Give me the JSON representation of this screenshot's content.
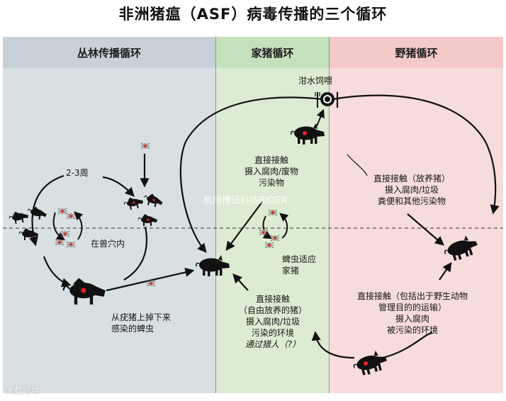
{
  "title": "非洲猪瘟（ASF）病毒传播的三个循环",
  "panels": {
    "jungle": "丛林传播循环",
    "domestic": "家猪循环",
    "wild": "野猪循环"
  },
  "labels": {
    "swill": "泔水饲喂",
    "weeks": "2-3周",
    "burrow": "在兽穴内",
    "ticks_from_warthog_1": "从疣猪上掉下来",
    "ticks_from_warthog_2": "感染的蜱虫",
    "dom_direct_1": "直接接触",
    "dom_direct_2": "摄入腐肉/废物",
    "dom_direct_3": "污染物",
    "tick_adapt_1": "蜱虫适应",
    "tick_adapt_2": "家猪",
    "free_1": "直接接触",
    "free_2": "（自由放养的猪）",
    "free_3": "摄入腐肉/垃圾",
    "free_4": "污染的环境",
    "free_5": "通过猎人（?）",
    "wild_top_1": "直接接触（放养猪）",
    "wild_top_2": "摄入腐肉/垃圾",
    "wild_top_3": "粪便和其他污染物",
    "wild_bot_1": "直接接触（包括出于野生动物",
    "wild_bot_2": "管理目的的运输）",
    "wild_bot_3": "摄入腐肉",
    "wild_bot_4": "被污染的环境"
  },
  "watermark": "杭州博日科技BIOER",
  "credit": "大数跨境",
  "icons": {
    "utensils": "fork-knife-plate-icon",
    "pig": "pig-icon",
    "warthog": "warthog-icon",
    "tick": "tick-icon"
  },
  "colors": {
    "jungle_bg": "#d9e0e4",
    "domestic_bg": "#dcecd4",
    "wild_bg": "#f7dcdc",
    "infection_dot": "#e8202a"
  }
}
